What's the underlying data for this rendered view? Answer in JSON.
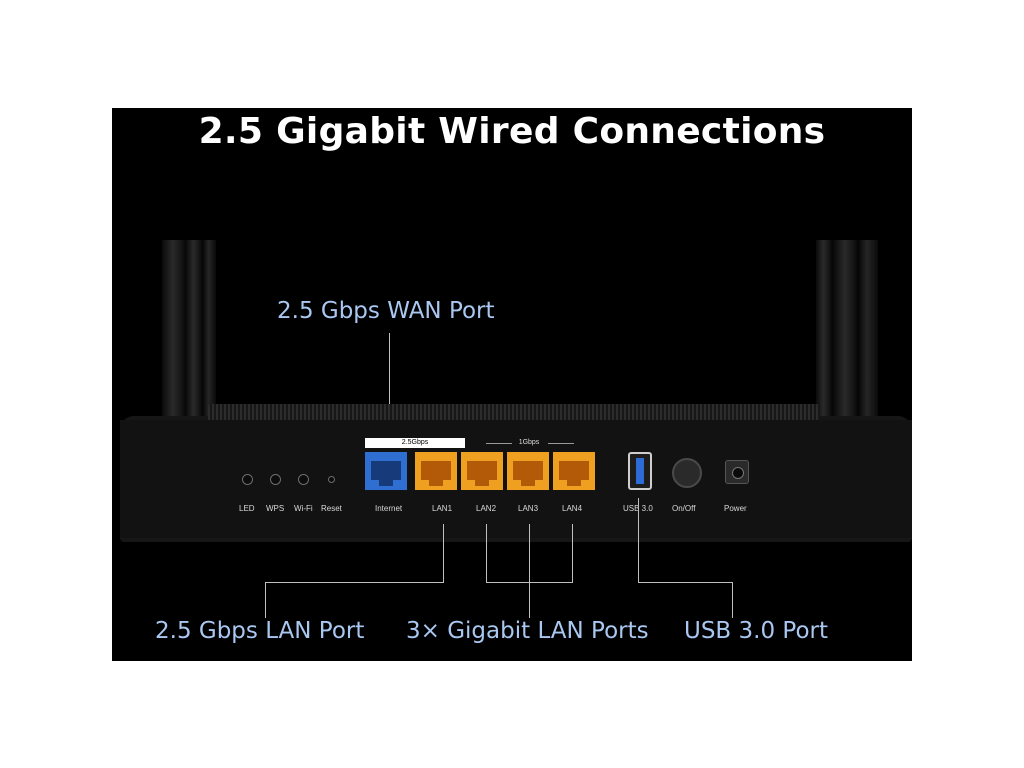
{
  "headline": "2.5 Gigabit Wired Connections",
  "callouts": {
    "wan": "2.5 Gbps WAN Port",
    "lan25": "2.5 Gbps LAN Port",
    "gigabit": "3× Gigabit LAN Ports",
    "usb": "USB 3.0 Port"
  },
  "panel_labels": {
    "led": "LED",
    "wps": "WPS",
    "wifi": "Wi-Fi",
    "reset": "Reset",
    "internet": "Internet",
    "lan1": "LAN1",
    "lan2": "LAN2",
    "lan3": "LAN3",
    "lan4": "LAN4",
    "usb30": "USB 3.0",
    "onoff": "On/Off",
    "power": "Power",
    "speed_25": "2.5Gbps",
    "speed_1": "1Gbps"
  },
  "colors": {
    "wan_port": "#2f6fd1",
    "lan_port": "#f0a020",
    "callout_text": "#a9c7f0",
    "background": "#000000"
  }
}
